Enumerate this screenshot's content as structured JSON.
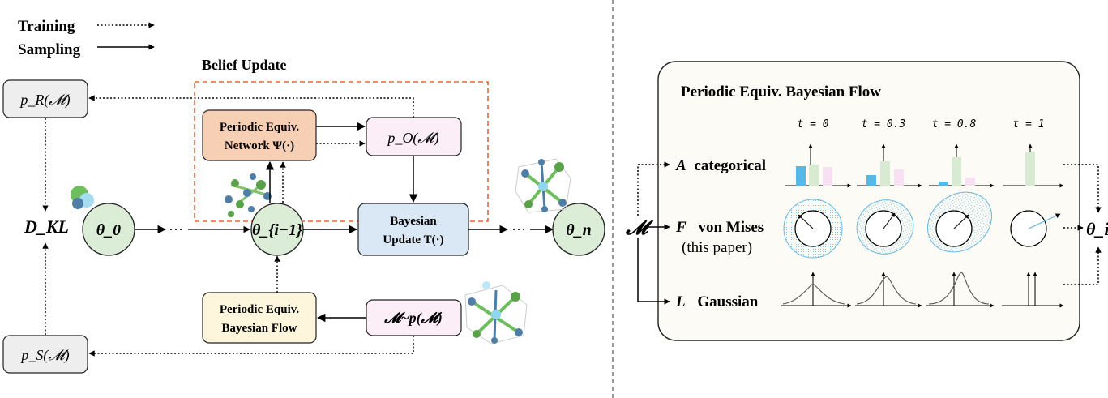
{
  "legend": {
    "training_label": "Training",
    "sampling_label": "Sampling"
  },
  "belief_update": {
    "title": "Belief Update",
    "network_line1": "Periodic Equiv.",
    "network_line2": "Network Ψ(·)",
    "output_dist": "p_O(𝓜)",
    "bayes_line1": "Bayesian",
    "bayes_line2": "Update T(·)",
    "theta_prev": "θ_{i−1}"
  },
  "left_flow": {
    "receiver_dist": "p_R(𝓜)",
    "sender_dist": "p_S(𝓜)",
    "kl": "D_KL",
    "theta_0": "θ_0",
    "theta_n": "θ_n",
    "dots": "···",
    "flow_line1": "Periodic Equiv.",
    "flow_line2": "Bayesian Flow",
    "data_dist": "𝓜~p(𝓜)"
  },
  "right_panel": {
    "title": "Periodic Equiv. Bayesian Flow",
    "time_labels": [
      "t = 0",
      "t = 0.3",
      "t = 0.8",
      "t = 1"
    ],
    "input_symbol": "𝓜",
    "output_symbol": "θ_i",
    "rows": [
      {
        "symbol": "A",
        "label": "categorical",
        "sublabel": ""
      },
      {
        "symbol": "F",
        "label": "von Mises",
        "sublabel": "(this paper)"
      },
      {
        "symbol": "L",
        "label": "Gaussian",
        "sublabel": ""
      }
    ]
  },
  "colors": {
    "theta_fill": "#dcedd7",
    "network_fill": "#f7cfb5",
    "output_fill": "#fbeef7",
    "bayes_fill": "#dae8f5",
    "flow_fill": "#fdf6dc",
    "grey_fill": "#eeeeee",
    "belief_border": "#e8663f",
    "panel_fill": "#fcfbf5",
    "cat_blue": "#56b8e6",
    "cat_green": "#d8ebd2",
    "cat_pink": "#f7e0f2"
  }
}
